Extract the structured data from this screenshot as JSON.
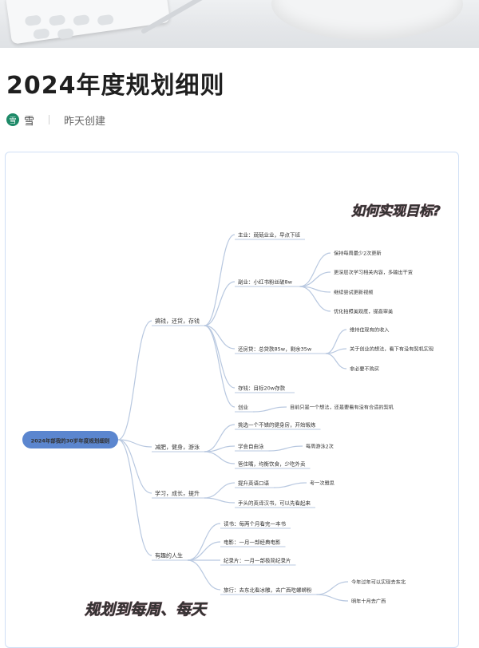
{
  "title": "2024年度规划细则",
  "author": {
    "avatar_text": "雪",
    "name": "雪"
  },
  "created": "昨天创建",
  "colors": {
    "accent": "#5b86cf",
    "link_line": "#b8c8e0",
    "avatar": "#1e8a68",
    "overlay": "#f2c8c8"
  },
  "mindmap": {
    "root": "2024年部我的30岁年度规划细则",
    "overlay_top": "如何实现目标?",
    "overlay_bottom": "规划到每周、每天",
    "branches": [
      {
        "label": "搞钱，还贷，存钱",
        "children": [
          {
            "label": "主业：兢兢业业，早点下班"
          },
          {
            "label": "副业：小红书粉丝破8w",
            "children": [
              "保持每周最少2次更新",
              "更深层次学习相关内容，多输出干货",
              "继续尝试更新视频",
              "优化拍照美观度，提高审美"
            ]
          },
          {
            "label": "还房贷：总贷款85w，剩余35w",
            "children": [
              "维持住现有的收入",
              "关于创业的想法，看下有没有契机实现",
              "非必要不购买"
            ]
          },
          {
            "label": "存钱：目标20w存款"
          },
          {
            "label": "创业",
            "children": [
              "目前只是一个想法，还是要看有没有合适的契机"
            ]
          }
        ]
      },
      {
        "label": "减肥，健身，游泳",
        "children": [
          {
            "label": "挑选一个不错的健身房，开始锻炼"
          },
          {
            "label": "学会自由泳",
            "children": [
              "每周游泳2次"
            ]
          },
          {
            "label": "管住嘴，均衡饮食，少吃外卖"
          }
        ]
      },
      {
        "label": "学习，成长，提升",
        "children": [
          {
            "label": "提升英语口语",
            "children": [
              "考一次雅思"
            ]
          },
          {
            "label": "手头的英译汉书，可以先看起来"
          }
        ]
      },
      {
        "label": "有趣的人生",
        "children": [
          {
            "label": "读书：每两个月看完一本书"
          },
          {
            "label": "电影：一月一部经典电影"
          },
          {
            "label": "纪录片：一月一部极简纪录片"
          },
          {
            "label": "旅行：去东北看冰雕，去广西吃螺蛳粉",
            "children": [
              "今年过年可以实现去东北",
              "明年十月去广西"
            ]
          }
        ]
      }
    ]
  }
}
